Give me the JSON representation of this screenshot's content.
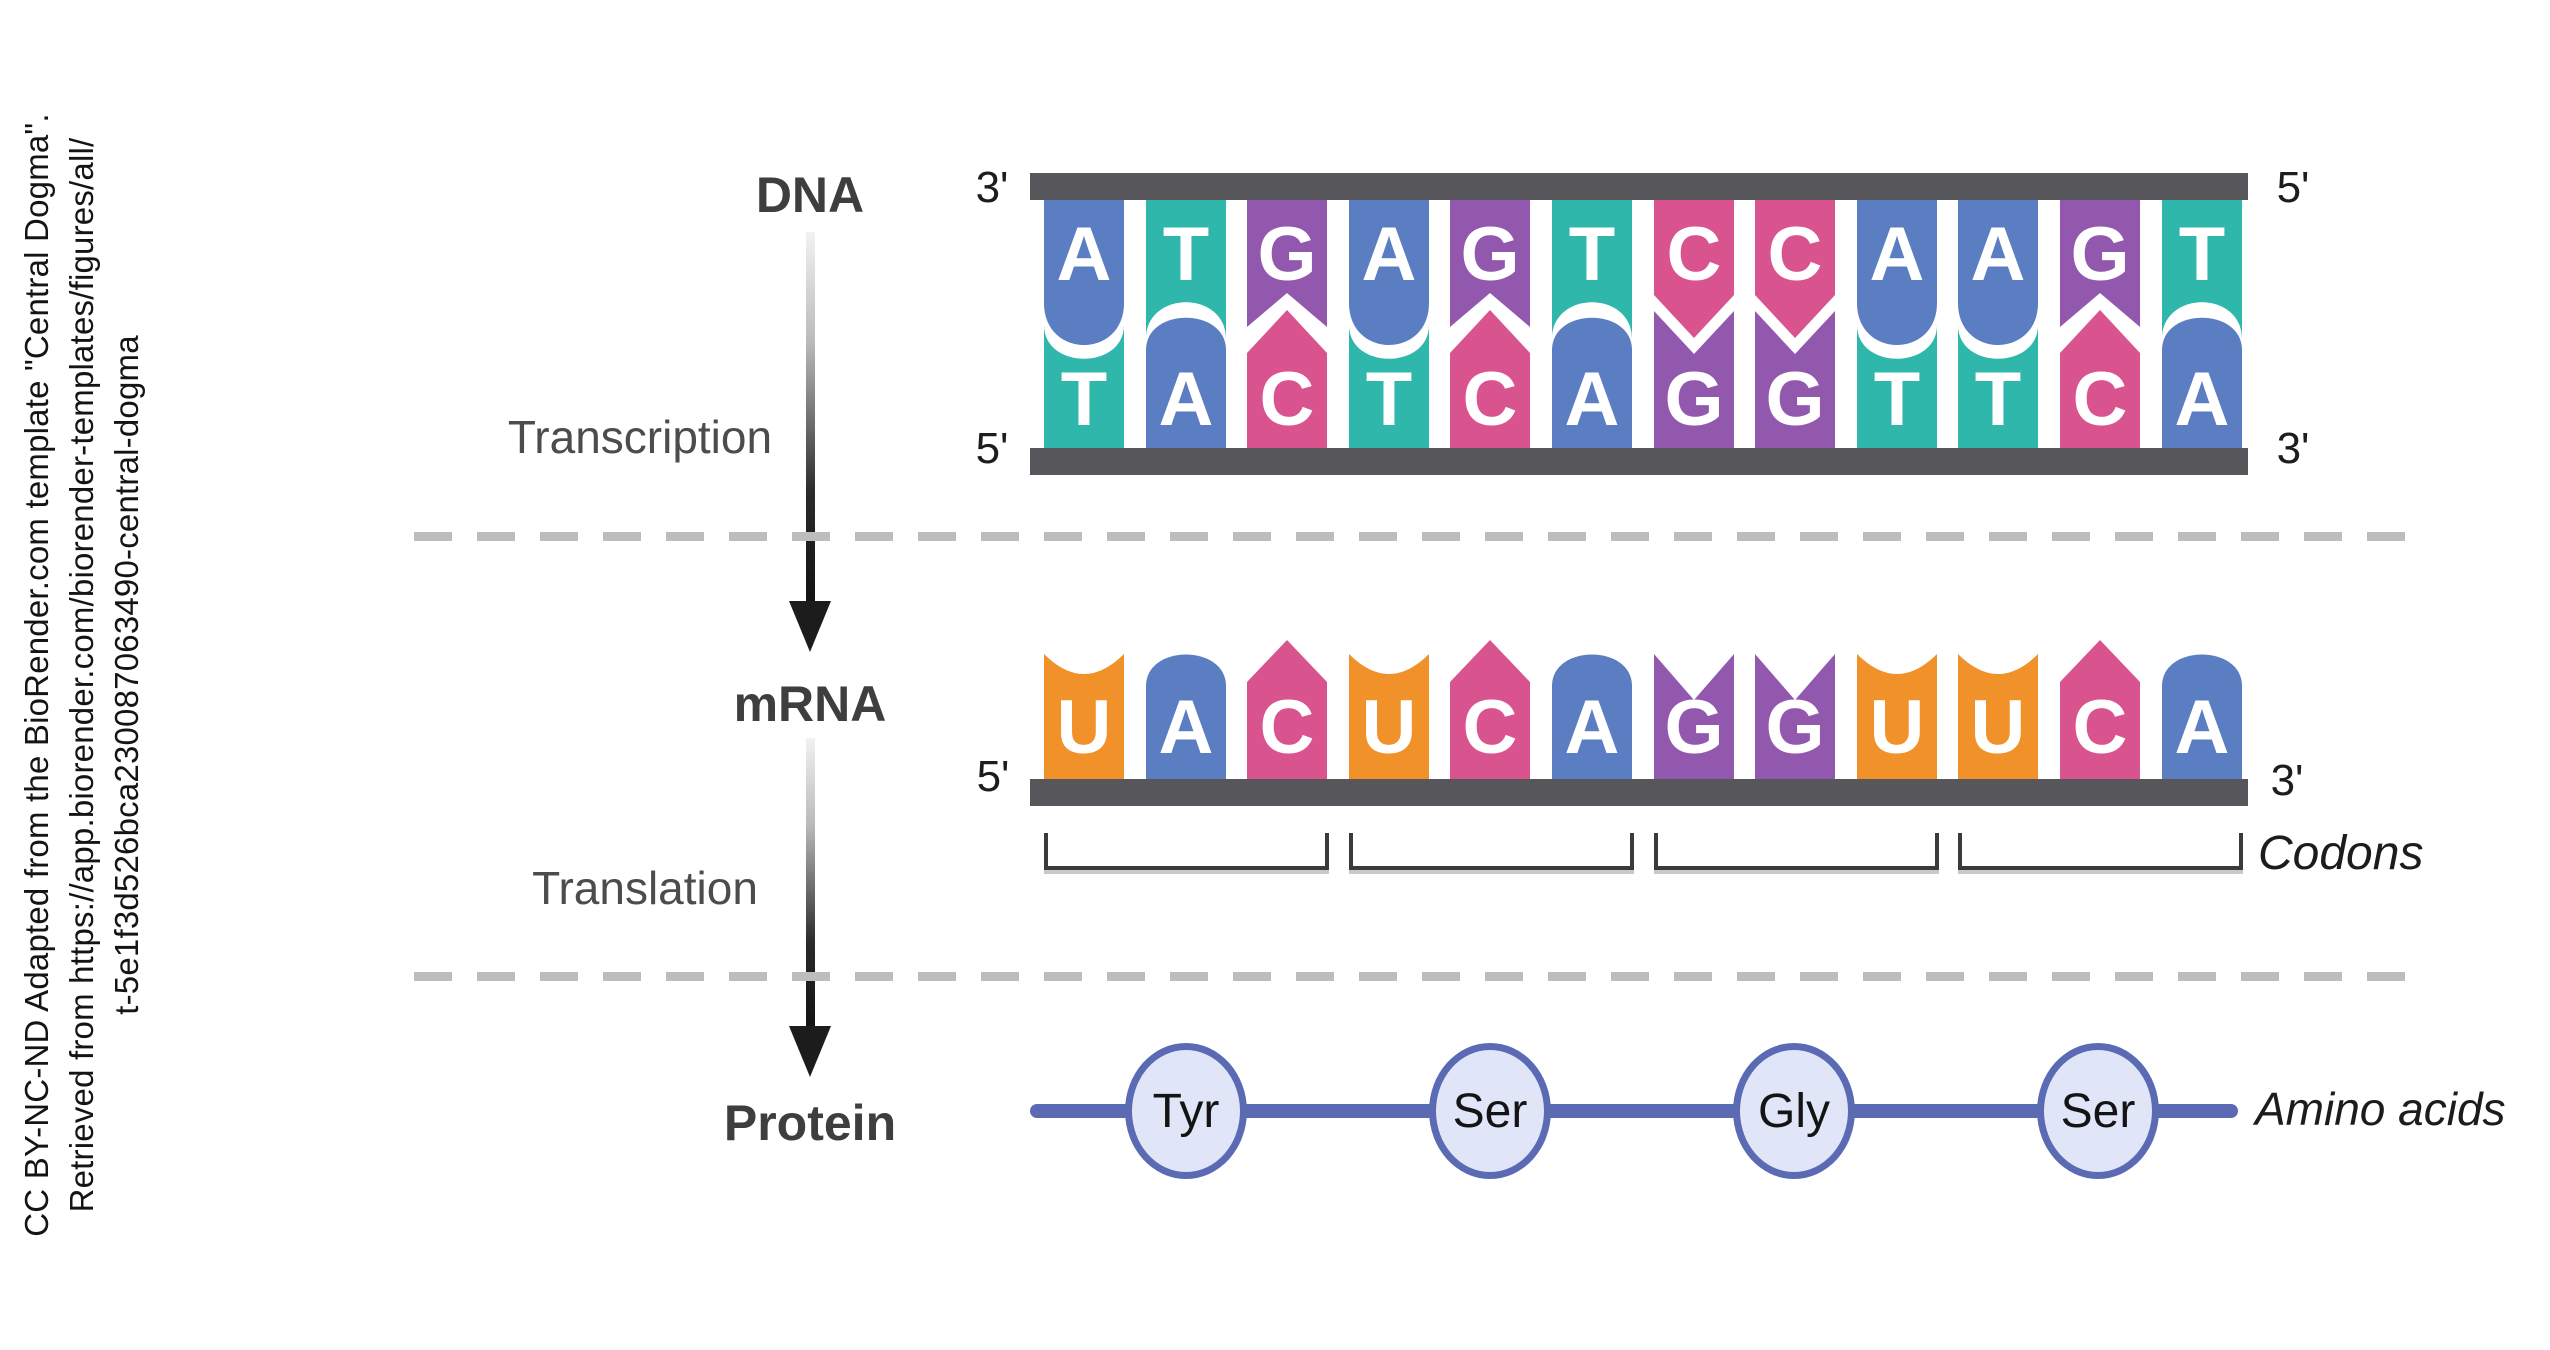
{
  "attribution": {
    "line1": "CC BY-NC-ND Adapted from the BioRender.com template \"Central Dogma\".",
    "line2": "Retrieved from https://app.biorender.com/biorender-templates/figures/all/",
    "line3": "t-5e1f3d526bca230087063490-central-dogma"
  },
  "stages": {
    "dna": "DNA",
    "transcription": "Transcription",
    "mrna": "mRNA",
    "translation": "Translation",
    "protein": "Protein"
  },
  "dna": {
    "top_end_left": "3'",
    "top_end_right": "5'",
    "bottom_end_left": "5'",
    "bottom_end_right": "3'",
    "top_strand": [
      "A",
      "T",
      "G",
      "A",
      "G",
      "T",
      "C",
      "C",
      "A",
      "A",
      "G",
      "T"
    ],
    "bottom_strand": [
      "T",
      "A",
      "C",
      "T",
      "C",
      "A",
      "G",
      "G",
      "T",
      "T",
      "C",
      "A"
    ]
  },
  "mrna": {
    "end_left": "5'",
    "end_right": "3'",
    "sequence": [
      "U",
      "A",
      "C",
      "U",
      "C",
      "A",
      "G",
      "G",
      "U",
      "U",
      "C",
      "A"
    ],
    "codon_count": 4,
    "codons_label": "Codons"
  },
  "protein": {
    "amino_acids": [
      "Tyr",
      "Ser",
      "Gly",
      "Ser"
    ],
    "annotation": "Amino acids"
  },
  "colors": {
    "A": "#5b7ec2",
    "T": "#2eb7aa",
    "G": "#9158ae",
    "C": "#d9538f",
    "U": "#f0912a",
    "backbone": "#57565b",
    "divider": "#bdbdbd",
    "protein_accent": "#5a6ab3",
    "protein_fill": "#e0e5f8"
  }
}
